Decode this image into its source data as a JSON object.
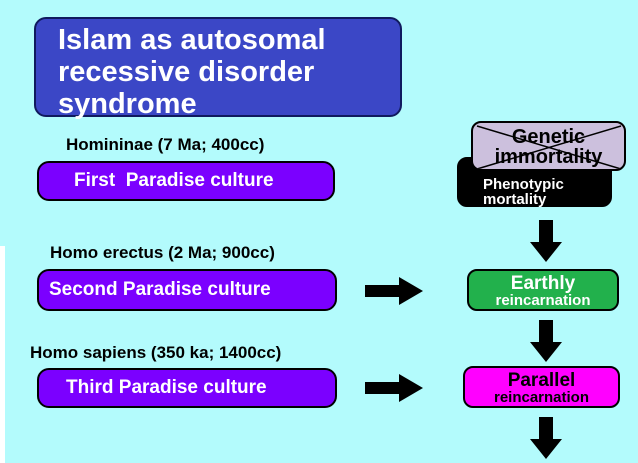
{
  "title": "Islam as autosomal recessive disorder syndrome",
  "stages": [
    {
      "heading": "Homininae (7 Ma; 400cc)",
      "culture": "First  Paradise culture"
    },
    {
      "heading": "Homo erectus (2 Ma; 900cc)",
      "culture": "Second Paradise culture"
    },
    {
      "heading": "Homo sapiens (350 ka; 1400cc)",
      "culture": "Third Paradise culture"
    }
  ],
  "right_column": {
    "genetic": {
      "line1": "Genetic",
      "line2": "immortality",
      "struck": true
    },
    "phenotypic": {
      "line1": "Phenotypic",
      "line2": "mortality"
    },
    "earthly": {
      "line1": "Earthly",
      "line2": "reincarnation"
    },
    "parallel": {
      "line1": "Parallel",
      "line2": "reincarnation"
    }
  },
  "colors": {
    "background": "#b3fbfc",
    "title_box": "#3b47c6",
    "culture_pill": "#7b00ff",
    "genetic_box": "#ccc0dd",
    "phenotypic_box": "#000000",
    "earthly_box": "#22b14c",
    "parallel_box": "#ff00ff",
    "arrow": "#000000"
  }
}
